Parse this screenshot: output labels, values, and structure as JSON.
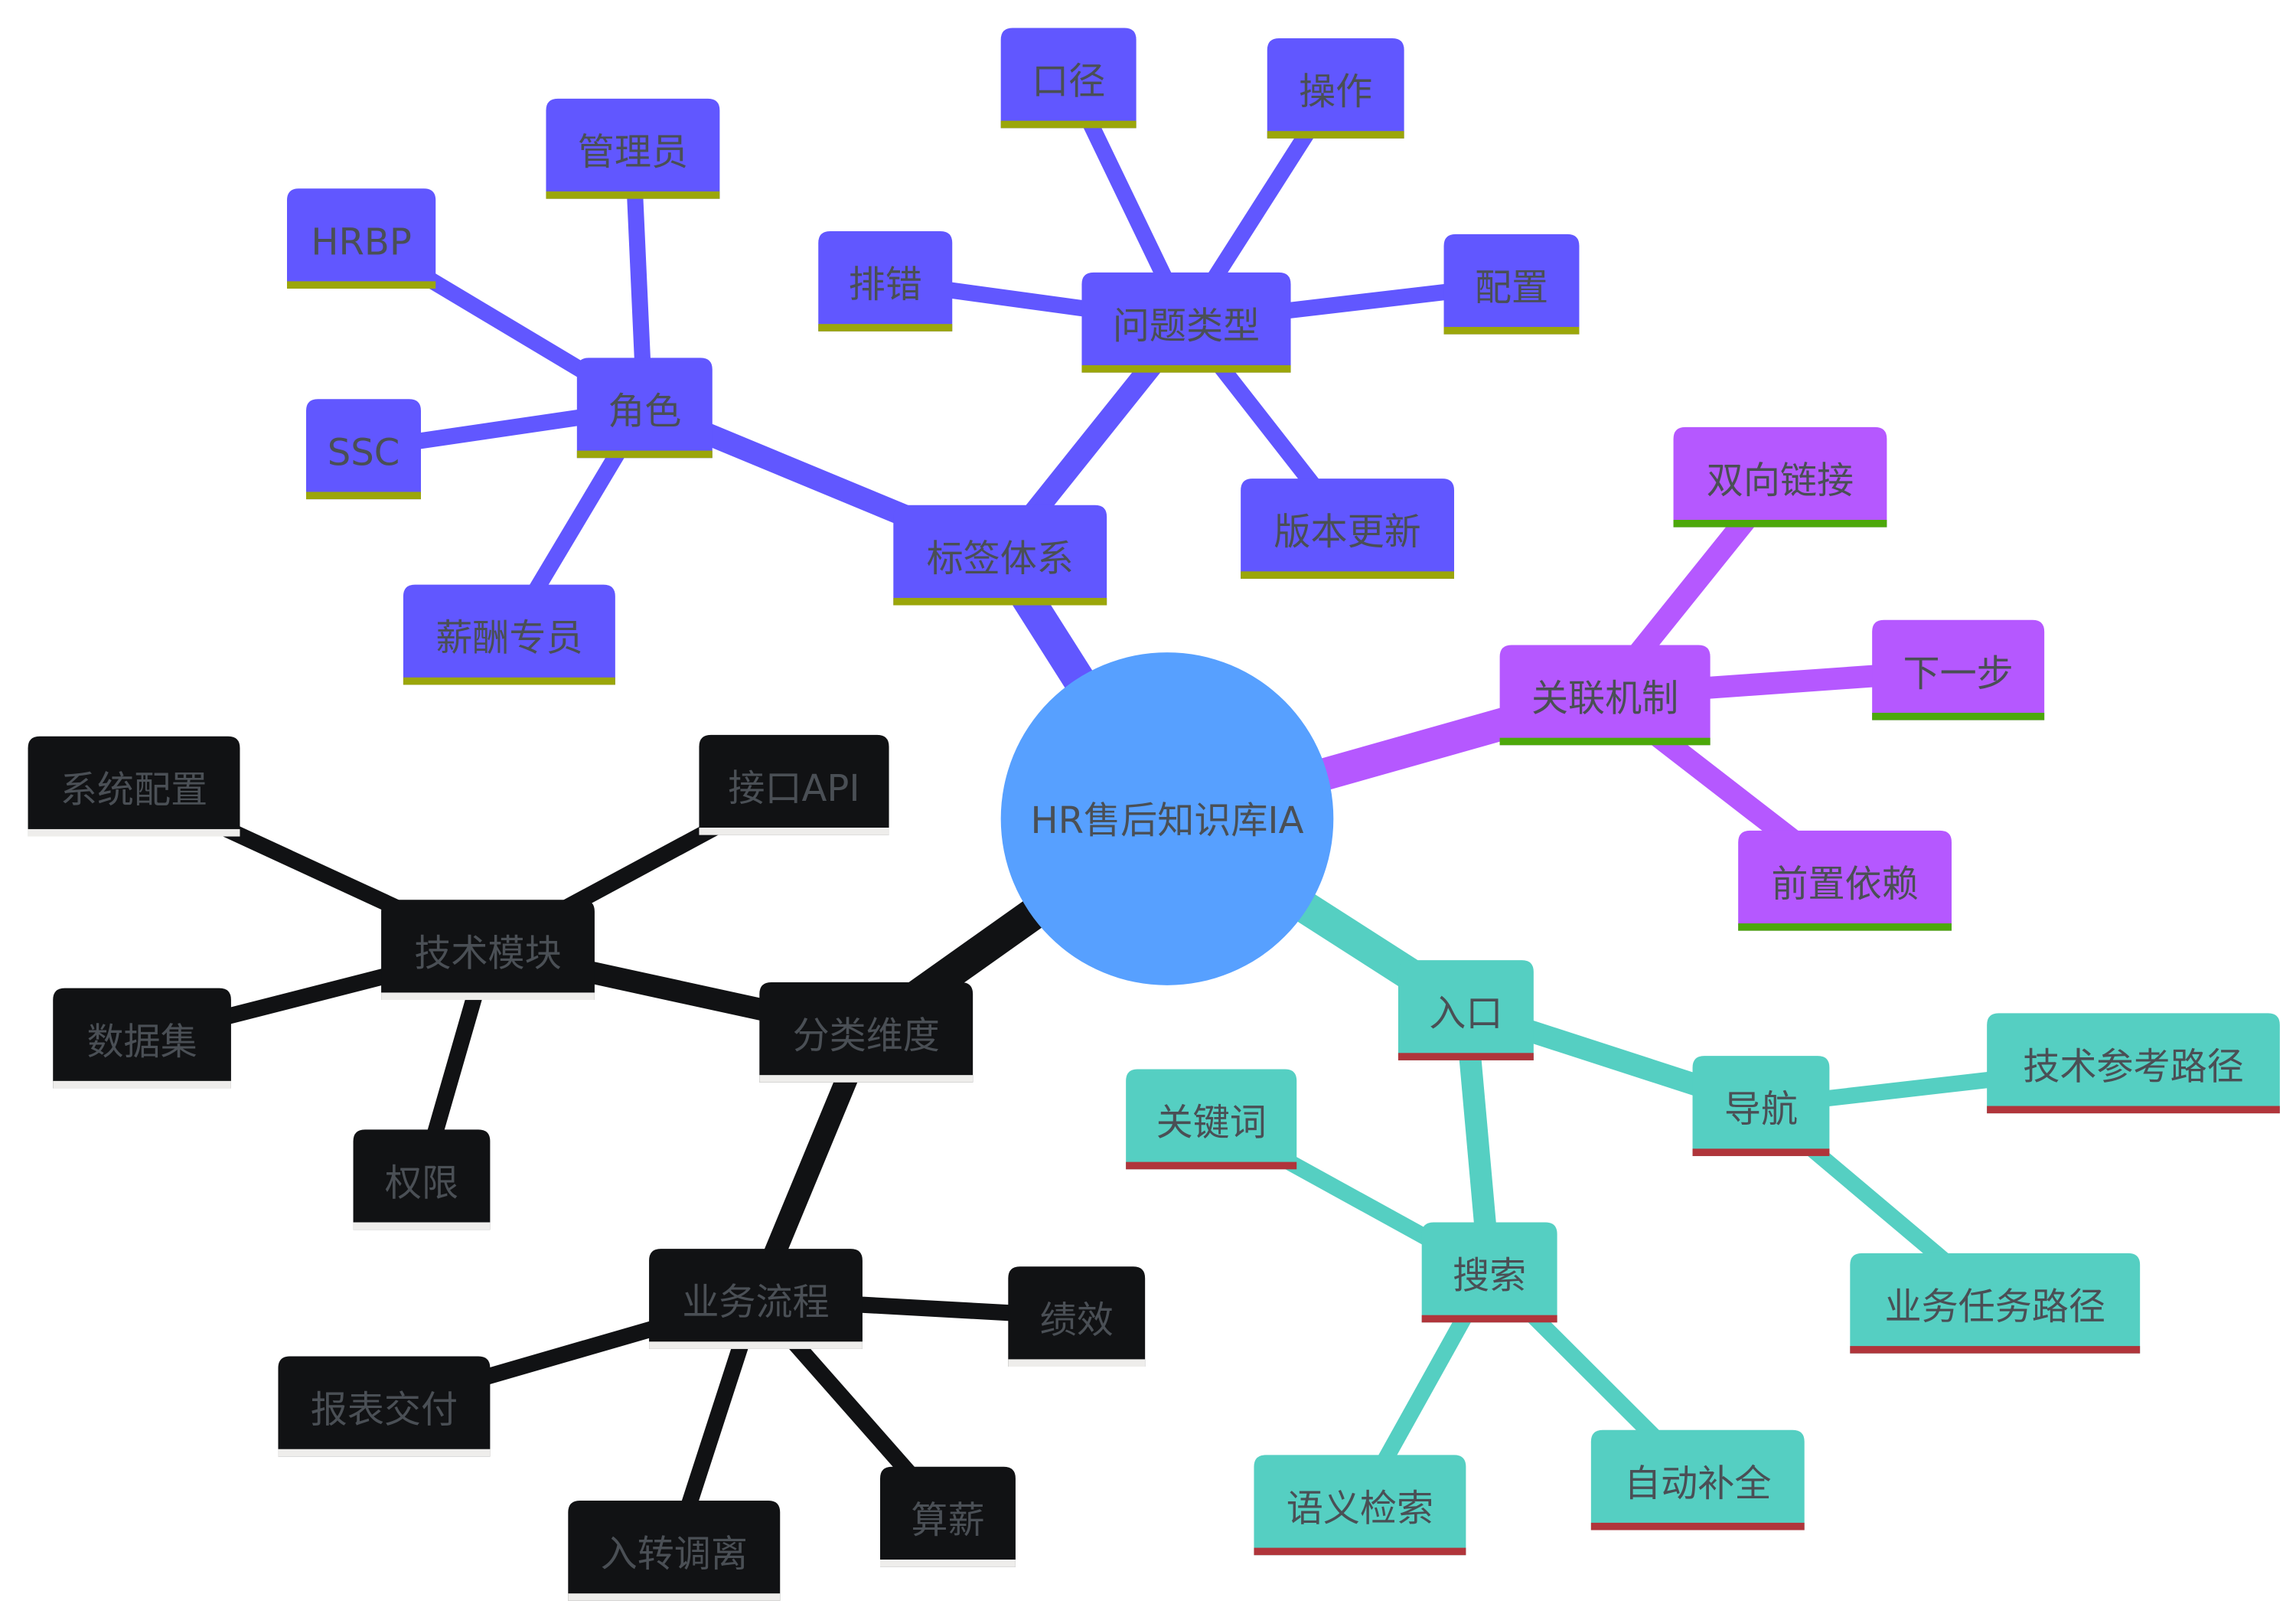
{
  "root": {
    "id": "root",
    "label": "HR售后知识库IA",
    "color": "#57A0FF"
  },
  "branches": [
    {
      "id": "tags",
      "label": "标签体系",
      "color": "#6157FF",
      "underline": "#9BA60A",
      "children": [
        {
          "id": "role",
          "label": "角色",
          "children": [
            {
              "id": "admin",
              "label": "管理员"
            },
            {
              "id": "hrbp",
              "label": "HRBP"
            },
            {
              "id": "ssc",
              "label": "SSC"
            },
            {
              "id": "payroll",
              "label": "薪酬专员"
            }
          ]
        },
        {
          "id": "qtype",
          "label": "问题类型",
          "children": [
            {
              "id": "caliber",
              "label": "口径"
            },
            {
              "id": "operate",
              "label": "操作"
            },
            {
              "id": "debug",
              "label": "排错"
            },
            {
              "id": "config",
              "label": "配置"
            },
            {
              "id": "version",
              "label": "版本更新"
            }
          ]
        }
      ]
    },
    {
      "id": "link",
      "label": "关联机制",
      "color": "#B558FF",
      "underline": "#4CA80A",
      "children": [
        {
          "id": "bilink",
          "label": "双向链接"
        },
        {
          "id": "next",
          "label": "下一步"
        },
        {
          "id": "prereq",
          "label": "前置依赖"
        }
      ]
    },
    {
      "id": "entry",
      "label": "入口",
      "color": "#55CFC2",
      "underline": "#B0353B",
      "children": [
        {
          "id": "nav",
          "label": "导航",
          "children": [
            {
              "id": "techpath",
              "label": "技术参考路径"
            },
            {
              "id": "bizpath",
              "label": "业务任务路径"
            }
          ]
        },
        {
          "id": "search",
          "label": "搜索",
          "children": [
            {
              "id": "keyword",
              "label": "关键词"
            },
            {
              "id": "semantic",
              "label": "语义检索"
            },
            {
              "id": "autocomplete",
              "label": "自动补全"
            }
          ]
        }
      ]
    },
    {
      "id": "dims",
      "label": "分类维度",
      "color": "#111214",
      "underline": "#EEEDEB",
      "children": [
        {
          "id": "tech",
          "label": "技术模块",
          "children": [
            {
              "id": "sysconf",
              "label": "系统配置"
            },
            {
              "id": "api",
              "label": "接口API"
            },
            {
              "id": "dataset",
              "label": "数据集"
            },
            {
              "id": "perm",
              "label": "权限"
            }
          ]
        },
        {
          "id": "biz",
          "label": "业务流程",
          "children": [
            {
              "id": "perf",
              "label": "绩效"
            },
            {
              "id": "report",
              "label": "报表交付"
            },
            {
              "id": "onboard",
              "label": "入转调离"
            },
            {
              "id": "salary",
              "label": "算薪"
            }
          ]
        }
      ]
    }
  ],
  "text_color": "#4A4F55"
}
